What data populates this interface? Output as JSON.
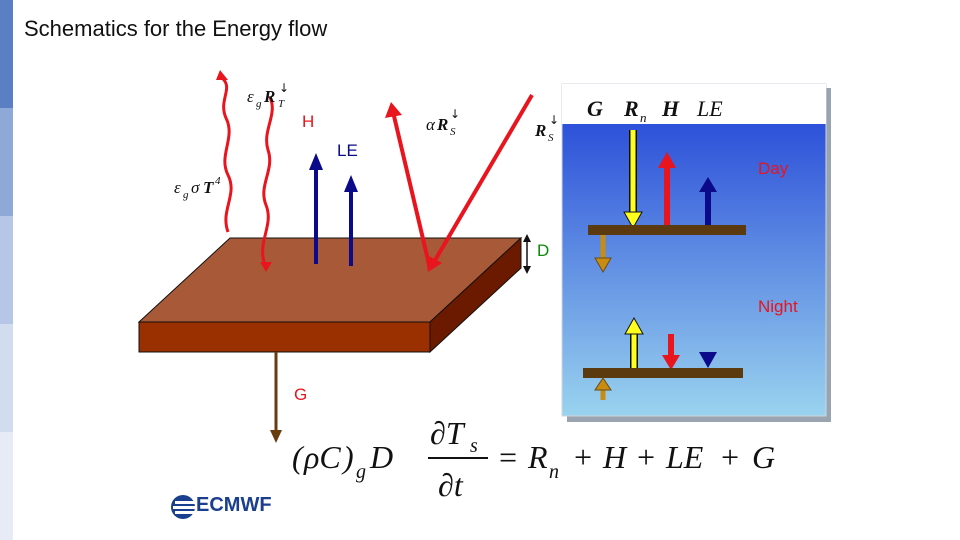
{
  "title": "Schematics for the Energy flow",
  "labels": {
    "h": "H",
    "le": "LE",
    "g": "G",
    "d": "D",
    "day": "Day",
    "night": "Night"
  },
  "legend_header": {
    "g": "G",
    "rn": "R",
    "rn_sub": "n",
    "h": "H",
    "le": "LE"
  },
  "radiation_labels": {
    "eps_rt": "εgRT↓",
    "eps_sigma_t4": "εgσT4",
    "alpha_rs": "αRS↓",
    "rs": "RS↓"
  },
  "equation": "(ρC)g D ∂Ts/∂t = Rn + H + LE + G",
  "logo": {
    "text": "ECMWF"
  },
  "colors": {
    "heat_arrow": "#0a0a8a",
    "radiation_red": "#e8141e",
    "slab_top": "#a85a38",
    "slab_front": "#9a2f00",
    "slab_side": "#6b1a00",
    "panel_top": "#1e3fd6",
    "panel_bottom": "#9ad3ef",
    "ground_flux": "#c98c12",
    "rn_yellow": "#ffff1e",
    "logo_blue": "#1a3f8f"
  }
}
